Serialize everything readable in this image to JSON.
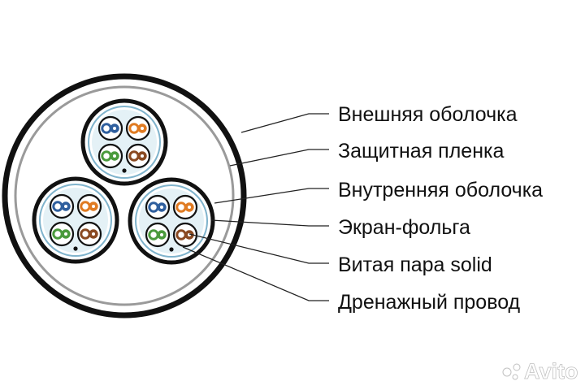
{
  "diagram": {
    "labels": [
      "Внешняя оболочка",
      "Защитная пленка",
      "Внутренняя оболочка",
      "Экран-фольга",
      "Витая пара solid",
      "Дренажный провод"
    ],
    "pair_colors": [
      "#2f5f9e",
      "#e07b22",
      "#4a9a3c",
      "#8a4a22"
    ],
    "jacket_color": "#111111",
    "inner_fill": "#ffffff",
    "inner_ring_color": "#7fb3cc"
  },
  "watermark": {
    "text": "Avito"
  }
}
